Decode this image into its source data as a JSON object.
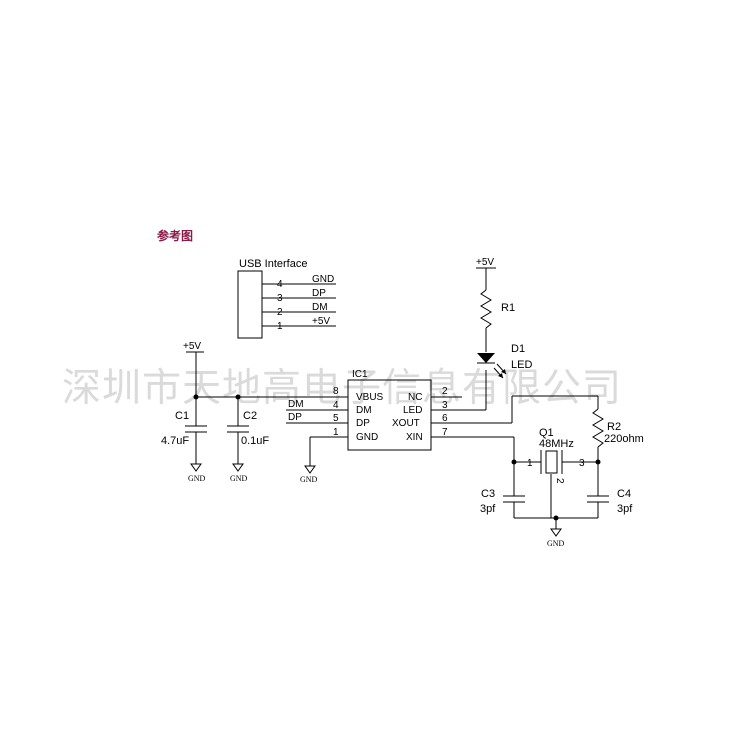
{
  "heading": "参考图",
  "watermark": "深圳市天地高电子信息有限公司",
  "usb": {
    "title": "USB Interface",
    "pins": [
      {
        "num": "4",
        "name": "GND"
      },
      {
        "num": "3",
        "name": "DP"
      },
      {
        "num": "2",
        "name": "DM"
      },
      {
        "num": "1",
        "name": "+5V"
      }
    ]
  },
  "power_left": "+5V",
  "power_top": "+5V",
  "c1": {
    "ref": "C1",
    "value": "4.7uF"
  },
  "c2": {
    "ref": "C2",
    "value": "0.1uF"
  },
  "gnd_label": "GND",
  "ic1": {
    "ref": "IC1",
    "left_pins": [
      {
        "num": "8",
        "name": "VBUS"
      },
      {
        "num": "4",
        "name": "DM"
      },
      {
        "num": "5",
        "name": "DP"
      },
      {
        "num": "1",
        "name": "GND"
      }
    ],
    "right_pins": [
      {
        "num": "2",
        "name": "NC"
      },
      {
        "num": "3",
        "name": "LED"
      },
      {
        "num": "6",
        "name": "XOUT"
      },
      {
        "num": "7",
        "name": "XIN"
      }
    ]
  },
  "net_dm": "DM",
  "net_dp": "DP",
  "r1": {
    "ref": "R1"
  },
  "d1": {
    "ref": "D1",
    "value": "LED"
  },
  "r2": {
    "ref": "R2",
    "value": "220ohm"
  },
  "q1": {
    "ref": "Q1",
    "value": "48MHz",
    "pin1": "1",
    "pin2": "2",
    "pin3": "3"
  },
  "c3": {
    "ref": "C3",
    "value": "3pf"
  },
  "c4": {
    "ref": "C4",
    "value": "3pf"
  }
}
